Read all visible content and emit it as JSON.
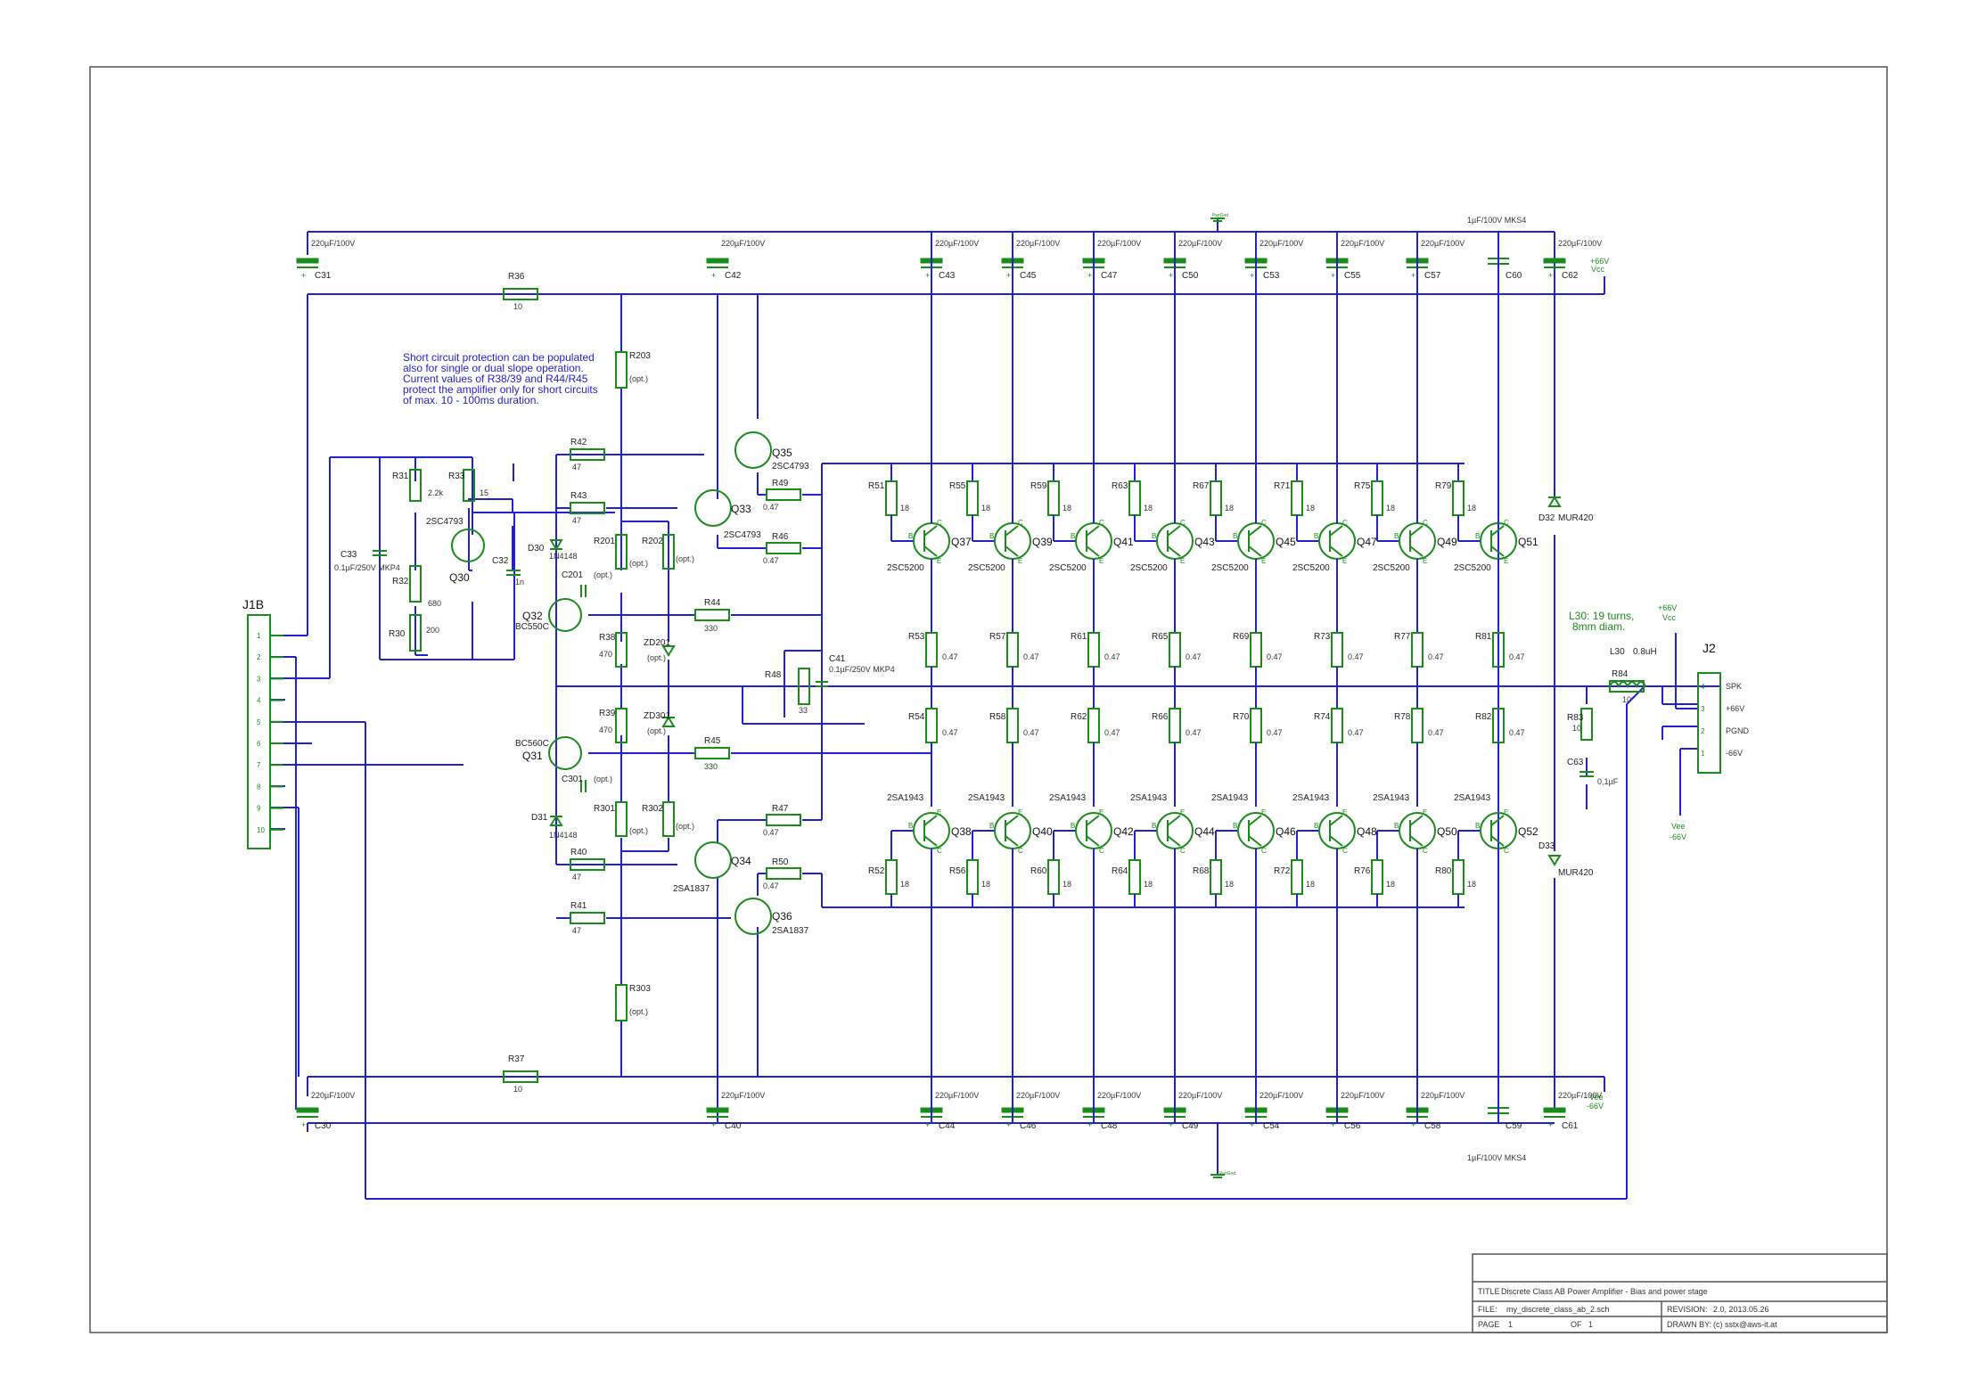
{
  "title_block": {
    "title_label": "TITLE",
    "title": "Discrete Class AB Power Amplifier - Bias and power stage",
    "file_label": "FILE:",
    "file": "my_discrete_class_ab_2.sch",
    "revision_label": "REVISION:",
    "revision": "2.0, 2013.05.26",
    "page_label": "PAGE",
    "page": "1",
    "of_label": "OF",
    "of": "1",
    "drawn_label": "DRAWN BY:",
    "drawn": "(c) sstx@aws-it.at"
  },
  "notes": {
    "short_circuit": [
      "Short circuit protection can be populated",
      "also for single or dual slope operation.",
      "Current values of R38/39 and R44/R45",
      "protect the amplifier only for short circuits",
      "of max. 10 - 100ms duration."
    ],
    "coil": [
      "L30: 19 turns,",
      "8mm diam."
    ]
  },
  "rails": {
    "vcc_value": "+66V",
    "vcc_name": "Vcc",
    "vee_value": "-66V",
    "vee_name": "Vee",
    "mks_top": "1µF/100V MKS4",
    "mks_bottom": "1µF/100V MKS4",
    "gnd": "PwrGnd"
  },
  "connectors": {
    "j1b": {
      "name": "J1B",
      "pins": [
        "1",
        "2",
        "3",
        "4",
        "5",
        "6",
        "7",
        "8",
        "9",
        "10"
      ]
    },
    "j2": {
      "name": "J2",
      "pins": [
        {
          "num": "4",
          "label": "SPK"
        },
        {
          "num": "3",
          "label": "+66V"
        },
        {
          "num": "2",
          "label": "PGND"
        },
        {
          "num": "1",
          "label": "-66V"
        }
      ]
    }
  },
  "caps_top": [
    {
      "ref": "C31",
      "value": "220µF/100V"
    },
    {
      "ref": "C42",
      "value": "220µF/100V"
    },
    {
      "ref": "C43",
      "value": "220µF/100V"
    },
    {
      "ref": "C45",
      "value": "220µF/100V"
    },
    {
      "ref": "C47",
      "value": "220µF/100V"
    },
    {
      "ref": "C50",
      "value": "220µF/100V"
    },
    {
      "ref": "C53",
      "value": "220µF/100V"
    },
    {
      "ref": "C55",
      "value": "220µF/100V"
    },
    {
      "ref": "C57",
      "value": "220µF/100V"
    },
    {
      "ref": "C60",
      "value": ""
    },
    {
      "ref": "C62",
      "value": "220µF/100V"
    }
  ],
  "caps_bottom": [
    {
      "ref": "C30",
      "value": "220µF/100V"
    },
    {
      "ref": "C40",
      "value": "220µF/100V"
    },
    {
      "ref": "C44",
      "value": "220µF/100V"
    },
    {
      "ref": "C46",
      "value": "220µF/100V"
    },
    {
      "ref": "C48",
      "value": "220µF/100V"
    },
    {
      "ref": "C49",
      "value": "220µF/100V"
    },
    {
      "ref": "C54",
      "value": "220µF/100V"
    },
    {
      "ref": "C56",
      "value": "220µF/100V"
    },
    {
      "ref": "C58",
      "value": "220µF/100V"
    },
    {
      "ref": "C59",
      "value": ""
    },
    {
      "ref": "C61",
      "value": "220µF/100V"
    }
  ],
  "output_top": [
    {
      "q": "Q37",
      "rb": "R51",
      "rbv": "18",
      "re1": "R53",
      "re2": "R54",
      "rev": "0.47",
      "type": "2SC5200"
    },
    {
      "q": "Q39",
      "rb": "R55",
      "rbv": "18",
      "re1": "R57",
      "re2": "R58",
      "rev": "0.47",
      "type": "2SC5200"
    },
    {
      "q": "Q41",
      "rb": "R59",
      "rbv": "18",
      "re1": "R61",
      "re2": "R62",
      "rev": "0.47",
      "type": "2SC5200"
    },
    {
      "q": "Q43",
      "rb": "R63",
      "rbv": "18",
      "re1": "R65",
      "re2": "R66",
      "rev": "0.47",
      "type": "2SC5200"
    },
    {
      "q": "Q45",
      "rb": "R67",
      "rbv": "18",
      "re1": "R69",
      "re2": "R70",
      "rev": "0.47",
      "type": "2SC5200"
    },
    {
      "q": "Q47",
      "rb": "R71",
      "rbv": "18",
      "re1": "R73",
      "re2": "R74",
      "rev": "0.47",
      "type": "2SC5200"
    },
    {
      "q": "Q49",
      "rb": "R75",
      "rbv": "18",
      "re1": "R77",
      "re2": "R78",
      "rev": "0.47",
      "type": "2SC5200"
    },
    {
      "q": "Q51",
      "rb": "R79",
      "rbv": "18",
      "re1": "R81",
      "re2": "R82",
      "rev": "0.47",
      "type": "2SC5200"
    }
  ],
  "output_bottom": [
    {
      "q": "Q38",
      "rb": "R52",
      "rbv": "18",
      "type": "2SA1943"
    },
    {
      "q": "Q40",
      "rb": "R56",
      "rbv": "18",
      "type": "2SA1943"
    },
    {
      "q": "Q42",
      "rb": "R60",
      "rbv": "18",
      "type": "2SA1943"
    },
    {
      "q": "Q44",
      "rb": "R64",
      "rbv": "18",
      "type": "2SA1943"
    },
    {
      "q": "Q46",
      "rb": "R68",
      "rbv": "18",
      "type": "2SA1943"
    },
    {
      "q": "Q48",
      "rb": "R72",
      "rbv": "18",
      "type": "2SA1943"
    },
    {
      "q": "Q50",
      "rb": "R76",
      "rbv": "18",
      "type": "2SA1943"
    },
    {
      "q": "Q52",
      "rb": "R80",
      "rbv": "18",
      "type": "2SA1943"
    }
  ],
  "driver": {
    "r36": {
      "ref": "R36",
      "value": "10"
    },
    "r37": {
      "ref": "R37",
      "value": "10"
    },
    "r203": {
      "ref": "R203",
      "value": "(opt.)"
    },
    "r303": {
      "ref": "R303",
      "value": "(opt.)"
    },
    "r31": {
      "ref": "R31",
      "value": "2.2k"
    },
    "r33": {
      "ref": "R33",
      "value": "15"
    },
    "r32": {
      "ref": "R32",
      "value": "680"
    },
    "r30": {
      "ref": "R30",
      "value": "200"
    },
    "c33": {
      "ref": "C33",
      "value": "0.1µF/250V MKP4"
    },
    "c32": {
      "ref": "C32",
      "value": "1n"
    },
    "q30": {
      "ref": "Q30",
      "type": "2SC4793"
    },
    "r42": {
      "ref": "R42",
      "value": "47"
    },
    "r43": {
      "ref": "R43",
      "value": "47"
    },
    "r40": {
      "ref": "R40",
      "value": "47"
    },
    "r41": {
      "ref": "R41",
      "value": "47"
    },
    "d30": {
      "ref": "D30",
      "type": "1N4148"
    },
    "d31": {
      "ref": "D31",
      "type": "1N4148"
    },
    "r201": {
      "ref": "R201",
      "value": "(opt.)"
    },
    "r202": {
      "ref": "R202",
      "value": "(opt.)"
    },
    "r301": {
      "ref": "R301",
      "value": "(opt.)"
    },
    "r302": {
      "ref": "R302",
      "value": "(opt.)"
    },
    "c201": {
      "ref": "C201",
      "value": "(opt.)"
    },
    "c301": {
      "ref": "C301",
      "value": "(opt.)"
    },
    "q32": {
      "ref": "Q32",
      "type": "BC550C"
    },
    "q31": {
      "ref": "Q31",
      "type": "BC560C"
    },
    "r38": {
      "ref": "R38",
      "value": "470"
    },
    "r39": {
      "ref": "R39",
      "value": "470"
    },
    "zd201": {
      "ref": "ZD201",
      "value": "(opt.)"
    },
    "zd301": {
      "ref": "ZD301",
      "value": "(opt.)"
    },
    "r44": {
      "ref": "R44",
      "value": "330"
    },
    "r45": {
      "ref": "R45",
      "value": "330"
    },
    "q35": {
      "ref": "Q35",
      "type": "2SC4793"
    },
    "q33": {
      "ref": "Q33",
      "type": "2SC4793"
    },
    "q34": {
      "ref": "Q34",
      "type": "2SA1837"
    },
    "q36": {
      "ref": "Q36",
      "type": "2SA1837"
    },
    "r49": {
      "ref": "R49",
      "value": "0.47"
    },
    "r46": {
      "ref": "R46",
      "value": "0.47"
    },
    "r47": {
      "ref": "R47",
      "value": "0.47"
    },
    "r50": {
      "ref": "R50",
      "value": "0.47"
    },
    "r48": {
      "ref": "R48",
      "value": "33"
    },
    "c41": {
      "ref": "C41",
      "value": "0.1µF/250V MKP4"
    }
  },
  "output_net": {
    "l30": {
      "ref": "L30",
      "value": "0.8uH"
    },
    "r84": {
      "ref": "R84",
      "value": "10"
    },
    "r83": {
      "ref": "R83",
      "value": "10"
    },
    "c63": {
      "ref": "C63",
      "value": "0,1µF"
    },
    "d32": {
      "ref": "D32",
      "type": "MUR420"
    },
    "d33": {
      "ref": "D33",
      "type": "MUR420"
    }
  },
  "pins": {
    "b": "B",
    "c": "C",
    "e": "E"
  }
}
